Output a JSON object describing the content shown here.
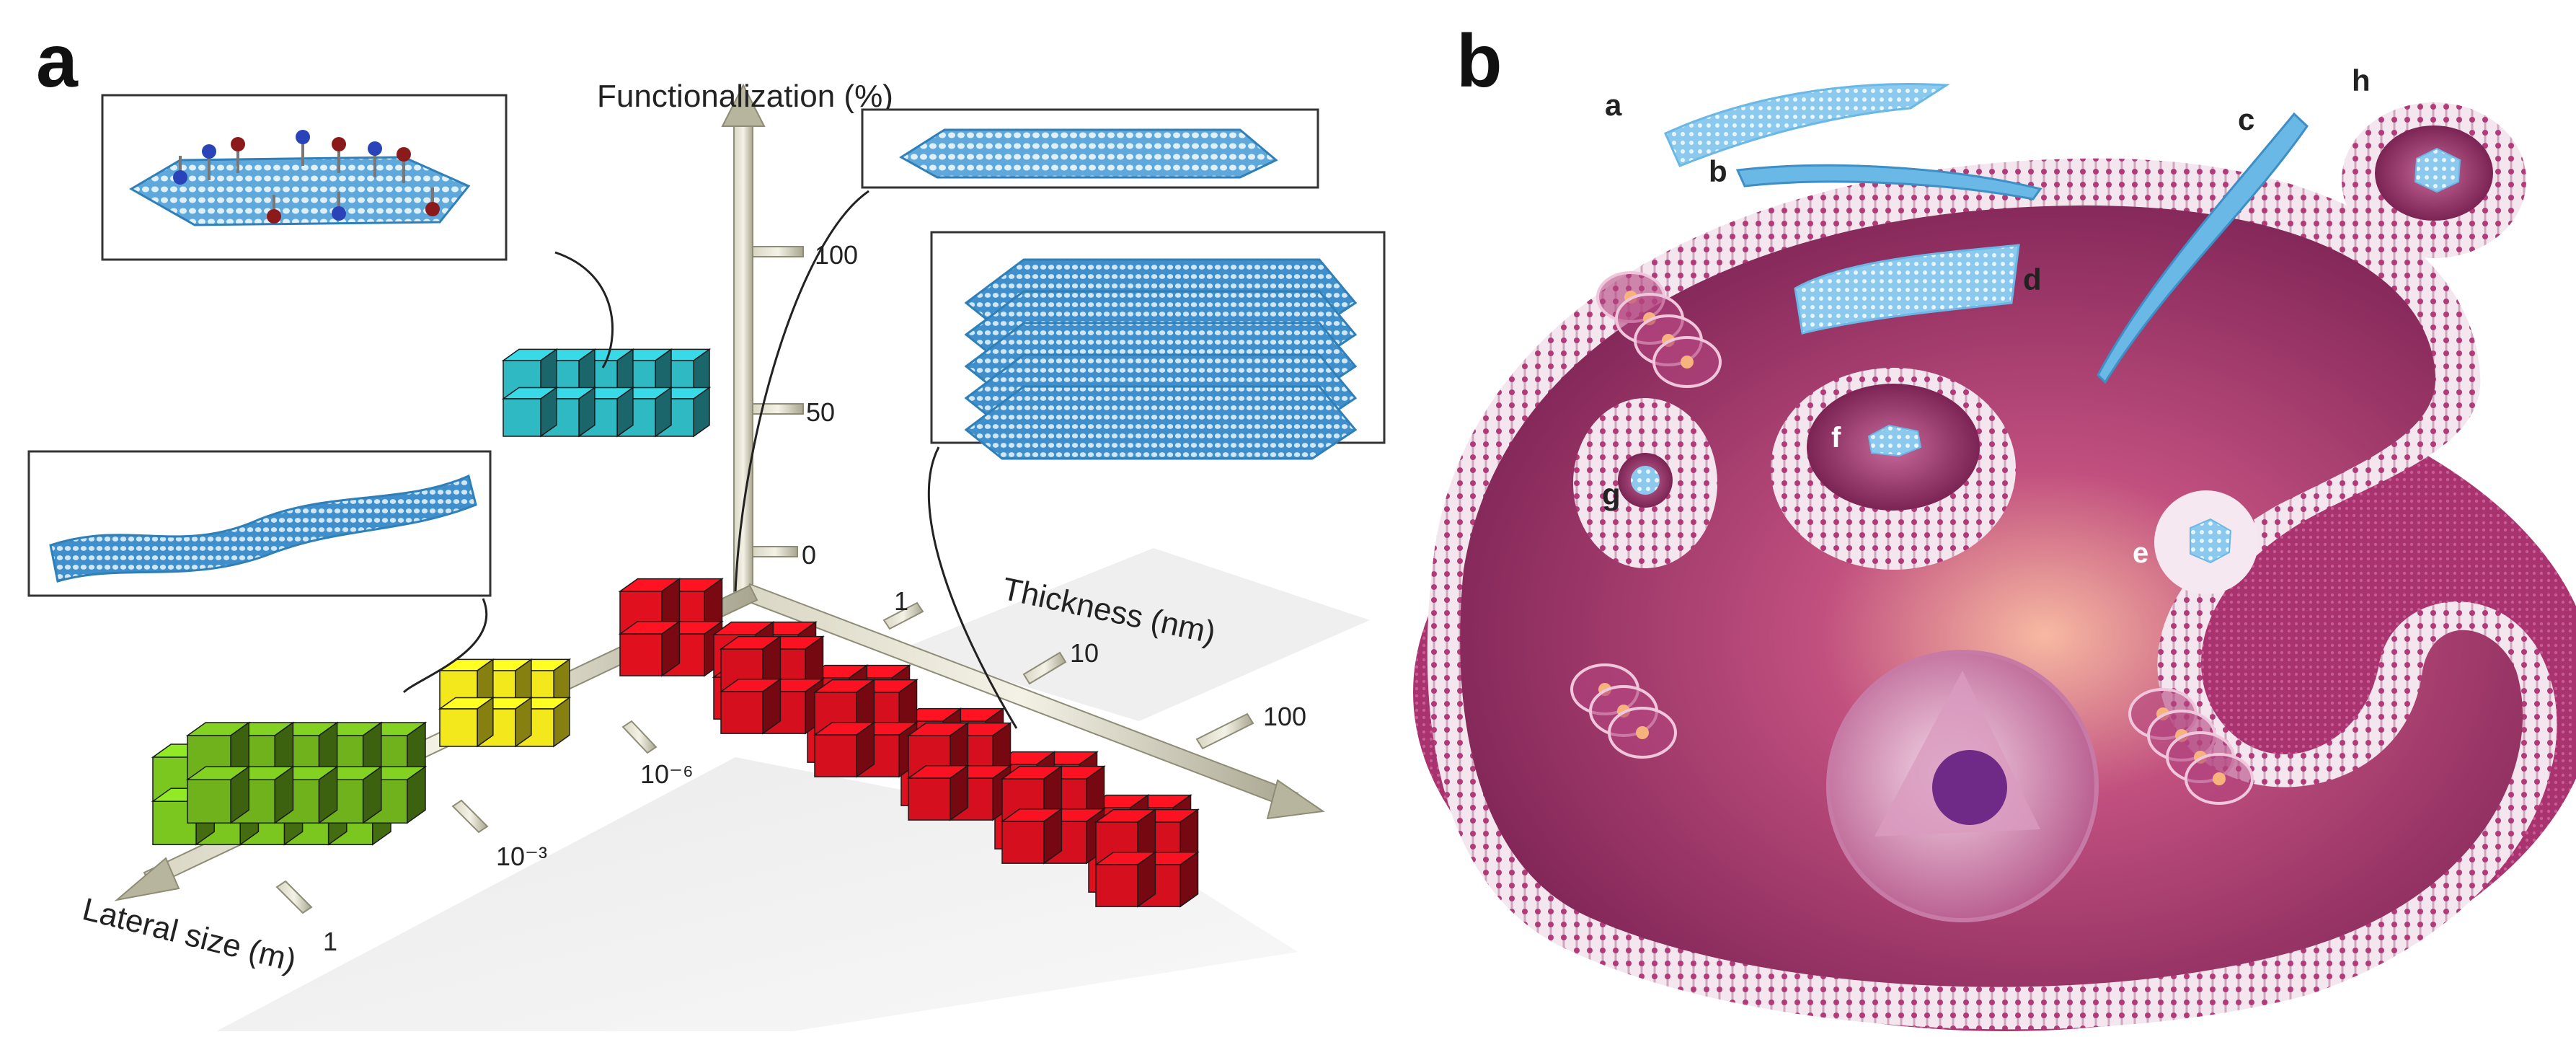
{
  "panel_a": {
    "label": "a",
    "axes": {
      "functionalization": {
        "title": "Functionalization (%)",
        "ticks": [
          "0",
          "50",
          "100"
        ]
      },
      "thickness": {
        "title": "Thickness (nm)",
        "ticks": [
          "1",
          "10",
          "100"
        ]
      },
      "lateral_size": {
        "title": "Lateral size (m)",
        "ticks": [
          "1",
          "10⁻³",
          "10⁻⁶"
        ]
      }
    },
    "block_colors": {
      "functionalized": "#2fb9c3",
      "red": "#e0101e",
      "yellow": "#f2e81c",
      "green": "#7bc61f"
    },
    "sheet_color": "#4a9fd4"
  },
  "panel_b": {
    "label": "b",
    "callouts": [
      "a",
      "b",
      "c",
      "d",
      "e",
      "f",
      "g",
      "h"
    ],
    "cell_color": "#a8336e",
    "graphene_color": "#6ab8e6"
  }
}
